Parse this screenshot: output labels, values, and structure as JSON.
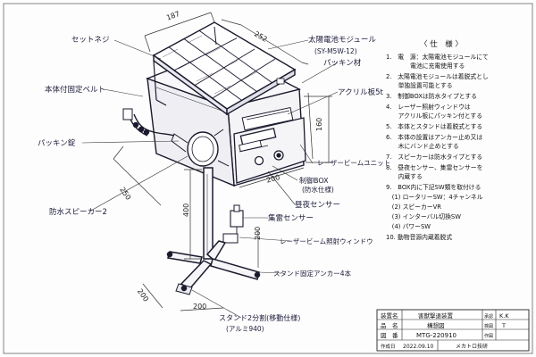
{
  "drawing": {
    "dimensions": {
      "top_width": "187",
      "top_depth": "252",
      "right_height": "160",
      "base_length": "200",
      "mid_width": "200",
      "left_diag": "250",
      "pole_height": "400",
      "foot_a": "200",
      "foot_b": "200"
    },
    "labels": {
      "set_screw": "セットネジ",
      "mount_belt": "本体付固定ベルト",
      "packing_left": "パッキン錠",
      "waterproof_speaker": "防水スピーカー2",
      "solar_module": "太陽電池モジュール",
      "solar_model": "(SY-M5W-12)",
      "packing_right": "パッキン材",
      "acrylic": "アクリル板5t",
      "laser_unit": "レーザービームユニット",
      "control_box": "制御BOX",
      "control_box_note": "(防水仕様)",
      "day_night_sensor": "昼夜センサー",
      "rain_sensor": "集雷センサー",
      "laser_window": "レーザービーム照射ウィンドウ",
      "stand_anchor": "スタンド固定アンカー4本",
      "stand_note": "スタンド2分割(移動仕様)",
      "stand_material": "(アルミ940)"
    }
  },
  "spec": {
    "title": "〈 仕　様 〉",
    "items": [
      "1.　電　源：太陽電池モジュールにて",
      "　　　　電池に充電使用する",
      "2.　太陽電池モジュールは着脱式とし",
      "　　単独設置可能とする",
      "3.　制御BOXは防水タイプとする",
      "4.　レーザー照射ウィンドウは",
      "　　アクリル板にパッキン付とする",
      "5.　本体とスタンドは着脱式とする",
      "6.　本体の設置はアンカー止め又は",
      "　　木にバンド止めとする",
      "7.　スピーカーは防水タイプとする",
      "8.　昼夜センサー、集雷センサーを",
      "　　内蔵する",
      "9.　BOX内に下記SW類を取付ける",
      "　(1) ロータリーSW：4チャンネル",
      "　(2) スピーカーVR",
      "　(3) インターバル切換SW",
      "　(4) パワーSW",
      "10. 動物音源内蔵着脱式"
    ]
  },
  "title_block": {
    "row1_label": "装置名",
    "row1_value": "害獣撃退装置",
    "row2_label": "品　名",
    "row2_value": "構想図",
    "row3_label": "図　番",
    "row3_value": "MTG-220910",
    "date_label": "作成日",
    "date_value": "2022.09.10",
    "company": "メカトロ技研",
    "approve_label": "承認",
    "check_label": "検図",
    "draw_label": "作図",
    "approve_value": "K.K",
    "draw_value": "T"
  }
}
